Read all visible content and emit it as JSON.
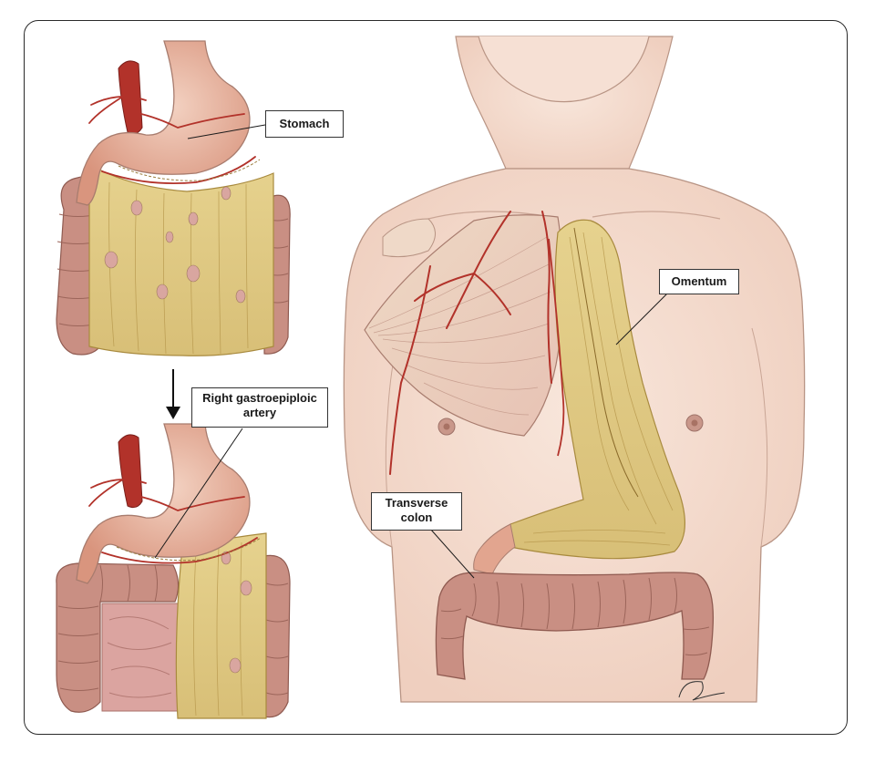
{
  "labels": {
    "stomach": "Stomach",
    "artery_line1": "Right gastroepiploic",
    "artery_line2": "artery",
    "omentum": "Omentum",
    "colon_line1": "Transverse",
    "colon_line2": "colon"
  },
  "colors": {
    "skin": "#f4dccf",
    "skin_line": "#b89484",
    "stomach": "#e2a58f",
    "omentum": "#dcc27a",
    "colon": "#c98f83",
    "artery": "#b2322a"
  }
}
